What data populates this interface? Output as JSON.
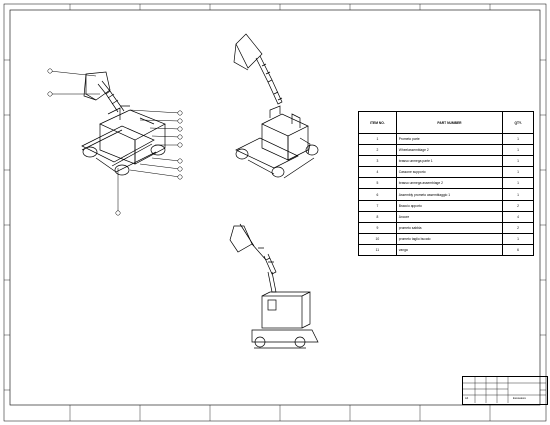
{
  "bom": {
    "headers": [
      "ITEM NO.",
      "PART NUMBER",
      "QTY."
    ],
    "rows": [
      {
        "item": "1",
        "part": "Prometo parte",
        "qty": "1"
      },
      {
        "item": "2",
        "part": "Wheelassemblage 2",
        "qty": "1"
      },
      {
        "item": "3",
        "part": "brasso unmega parte 1",
        "qty": "1"
      },
      {
        "item": "4",
        "part": "Cassone supporto",
        "qty": "1"
      },
      {
        "item": "5",
        "part": "brasso unmega assemblage 2",
        "qty": "1"
      },
      {
        "item": "6",
        "part": "Assembly prometo assemblaggio 1",
        "qty": "1"
      },
      {
        "item": "7",
        "part": "Braccio apporto",
        "qty": "2"
      },
      {
        "item": "8",
        "part": "Ancore",
        "qty": "4"
      },
      {
        "item": "9",
        "part": "prometo sabbia",
        "qty": "2"
      },
      {
        "item": "10",
        "part": "prometo taglio bucato",
        "qty": "1"
      },
      {
        "item": "11",
        "part": "vanga",
        "qty": "6"
      }
    ]
  },
  "title_block": {
    "sheet_label": "A4",
    "title": "Escavatore"
  },
  "colors": {
    "line": "#000000",
    "paper": "#ffffff"
  }
}
